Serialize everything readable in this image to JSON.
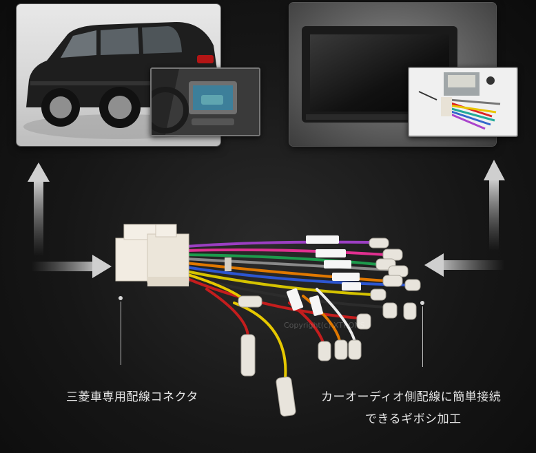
{
  "captions": {
    "left": "三菱車専用配線コネクタ",
    "right_line1": "カーオーディオ側配線に簡単接続",
    "right_line2": "できるギボシ加工"
  },
  "watermark": "Copyright(c) XTRONS",
  "icons": {
    "arrow_up_left": "arrow-up-icon",
    "arrow_right": "arrow-right-icon",
    "arrow_up_right": "arrow-up-icon",
    "arrow_left": "arrow-left-icon"
  },
  "colors": {
    "background": "#161616",
    "caption": "#e6e6e6",
    "connector": "#f2ece2"
  }
}
